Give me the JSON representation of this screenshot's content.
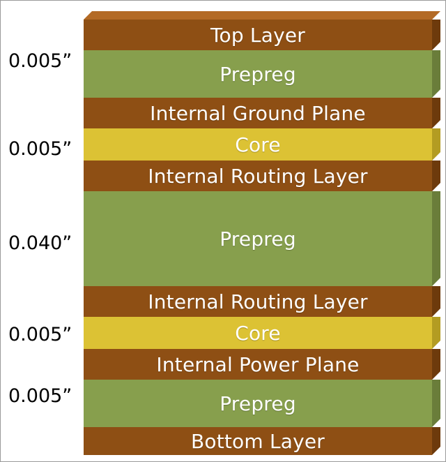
{
  "layers": [
    {
      "name": "Top Layer",
      "type": "copper"
    },
    {
      "name": "Prepreg",
      "type": "prepreg"
    },
    {
      "name": "Internal Ground Plane",
      "type": "copper"
    },
    {
      "name": "Core",
      "type": "core"
    },
    {
      "name": "Internal Routing Layer",
      "type": "copper"
    },
    {
      "name": "Prepreg",
      "type": "prepreg"
    },
    {
      "name": "Internal Routing Layer",
      "type": "copper"
    },
    {
      "name": "Core",
      "type": "core"
    },
    {
      "name": "Internal Power Plane",
      "type": "copper"
    },
    {
      "name": "Prepreg",
      "type": "prepreg"
    },
    {
      "name": "Bottom Layer",
      "type": "copper"
    }
  ],
  "thicknesses": [
    {
      "value": "0.005”"
    },
    {
      "value": "0.005”"
    },
    {
      "value": "0.040”"
    },
    {
      "value": "0.005”"
    },
    {
      "value": "0.005”"
    }
  ],
  "colors": {
    "copper": "#8e4f14",
    "copper_side": "#6d3a0c",
    "prepreg": "#879f4d",
    "prepreg_side": "#6a7d3a",
    "core": "#dcc234",
    "core_side": "#b39c22"
  }
}
